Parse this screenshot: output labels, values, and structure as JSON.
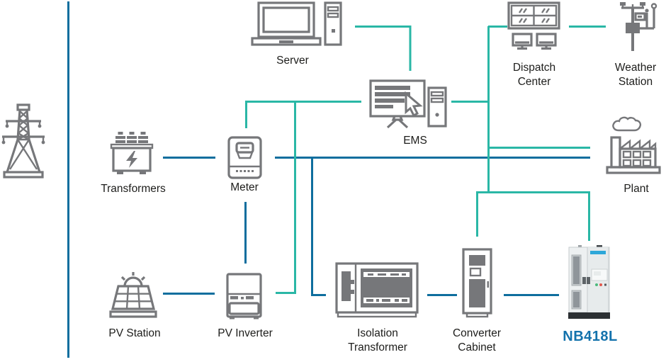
{
  "colors": {
    "line_teal": "#2AB7A6",
    "line_blue": "#0E6E9E",
    "icon_gray": "#76777A",
    "label_color": "#1D1D1B",
    "brand_blue": "#1372AC"
  },
  "nodes": {
    "server": {
      "label": "Server",
      "icon": "server-icon"
    },
    "dispatch_center": {
      "label": "Dispatch Center",
      "icon": "dispatch-center-icon"
    },
    "weather_station": {
      "label": "Weather Station",
      "icon": "weather-station-icon"
    },
    "ems": {
      "label": "EMS",
      "icon": "ems-workstation-icon"
    },
    "grid_tower": {
      "label": "",
      "icon": "transmission-tower-icon"
    },
    "transformers": {
      "label": "Transformers",
      "icon": "transformer-icon"
    },
    "meter": {
      "label": "Meter",
      "icon": "meter-icon"
    },
    "plant": {
      "label": "Plant",
      "icon": "factory-plant-icon"
    },
    "pv_station": {
      "label": "PV Station",
      "icon": "solar-panel-icon"
    },
    "pv_inverter": {
      "label": "PV Inverter",
      "icon": "pv-inverter-icon"
    },
    "isolation_transformer": {
      "label": "Isolation Transformer",
      "icon": "isolation-transformer-icon"
    },
    "converter_cabinet": {
      "label": "Converter Cabinet",
      "icon": "converter-cabinet-icon"
    },
    "nb418l": {
      "label": "NB418L",
      "icon": "nb418l-cabinet-image"
    }
  }
}
